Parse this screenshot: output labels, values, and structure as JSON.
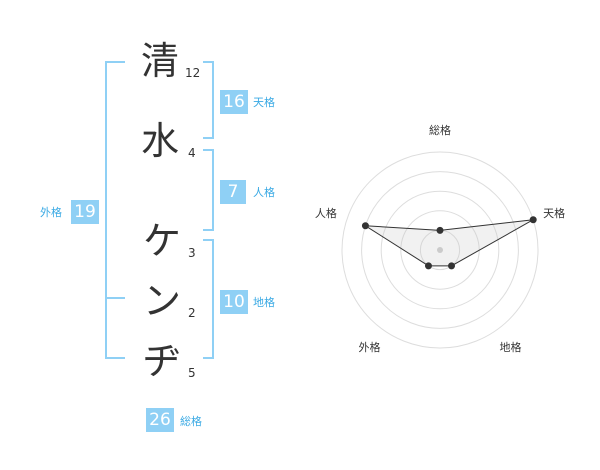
{
  "name": {
    "chars": [
      {
        "char": "清",
        "strokes": "12"
      },
      {
        "char": "水",
        "strokes": "4"
      },
      {
        "char": "ケ",
        "strokes": "3"
      },
      {
        "char": "ン",
        "strokes": "2"
      },
      {
        "char": "ヂ",
        "strokes": "5"
      }
    ]
  },
  "kaku": {
    "tenkaku": {
      "value": "16",
      "label": "天格"
    },
    "jinkaku": {
      "value": "7",
      "label": "人格"
    },
    "chikaku": {
      "value": "10",
      "label": "地格"
    },
    "gaikaku": {
      "value": "19",
      "label": "外格"
    },
    "soukaku": {
      "value": "26",
      "label": "総格"
    }
  },
  "colors": {
    "accent": "#8fd0f5",
    "accent_text": "#39a9e4",
    "bracket": "#8fd0f5"
  },
  "chart_data": {
    "type": "radar",
    "axes": [
      "総格",
      "天格",
      "地格",
      "外格",
      "人格"
    ],
    "values": [
      0.2,
      1.0,
      0.2,
      0.2,
      0.8
    ],
    "max": 1.0,
    "rings": 5
  }
}
